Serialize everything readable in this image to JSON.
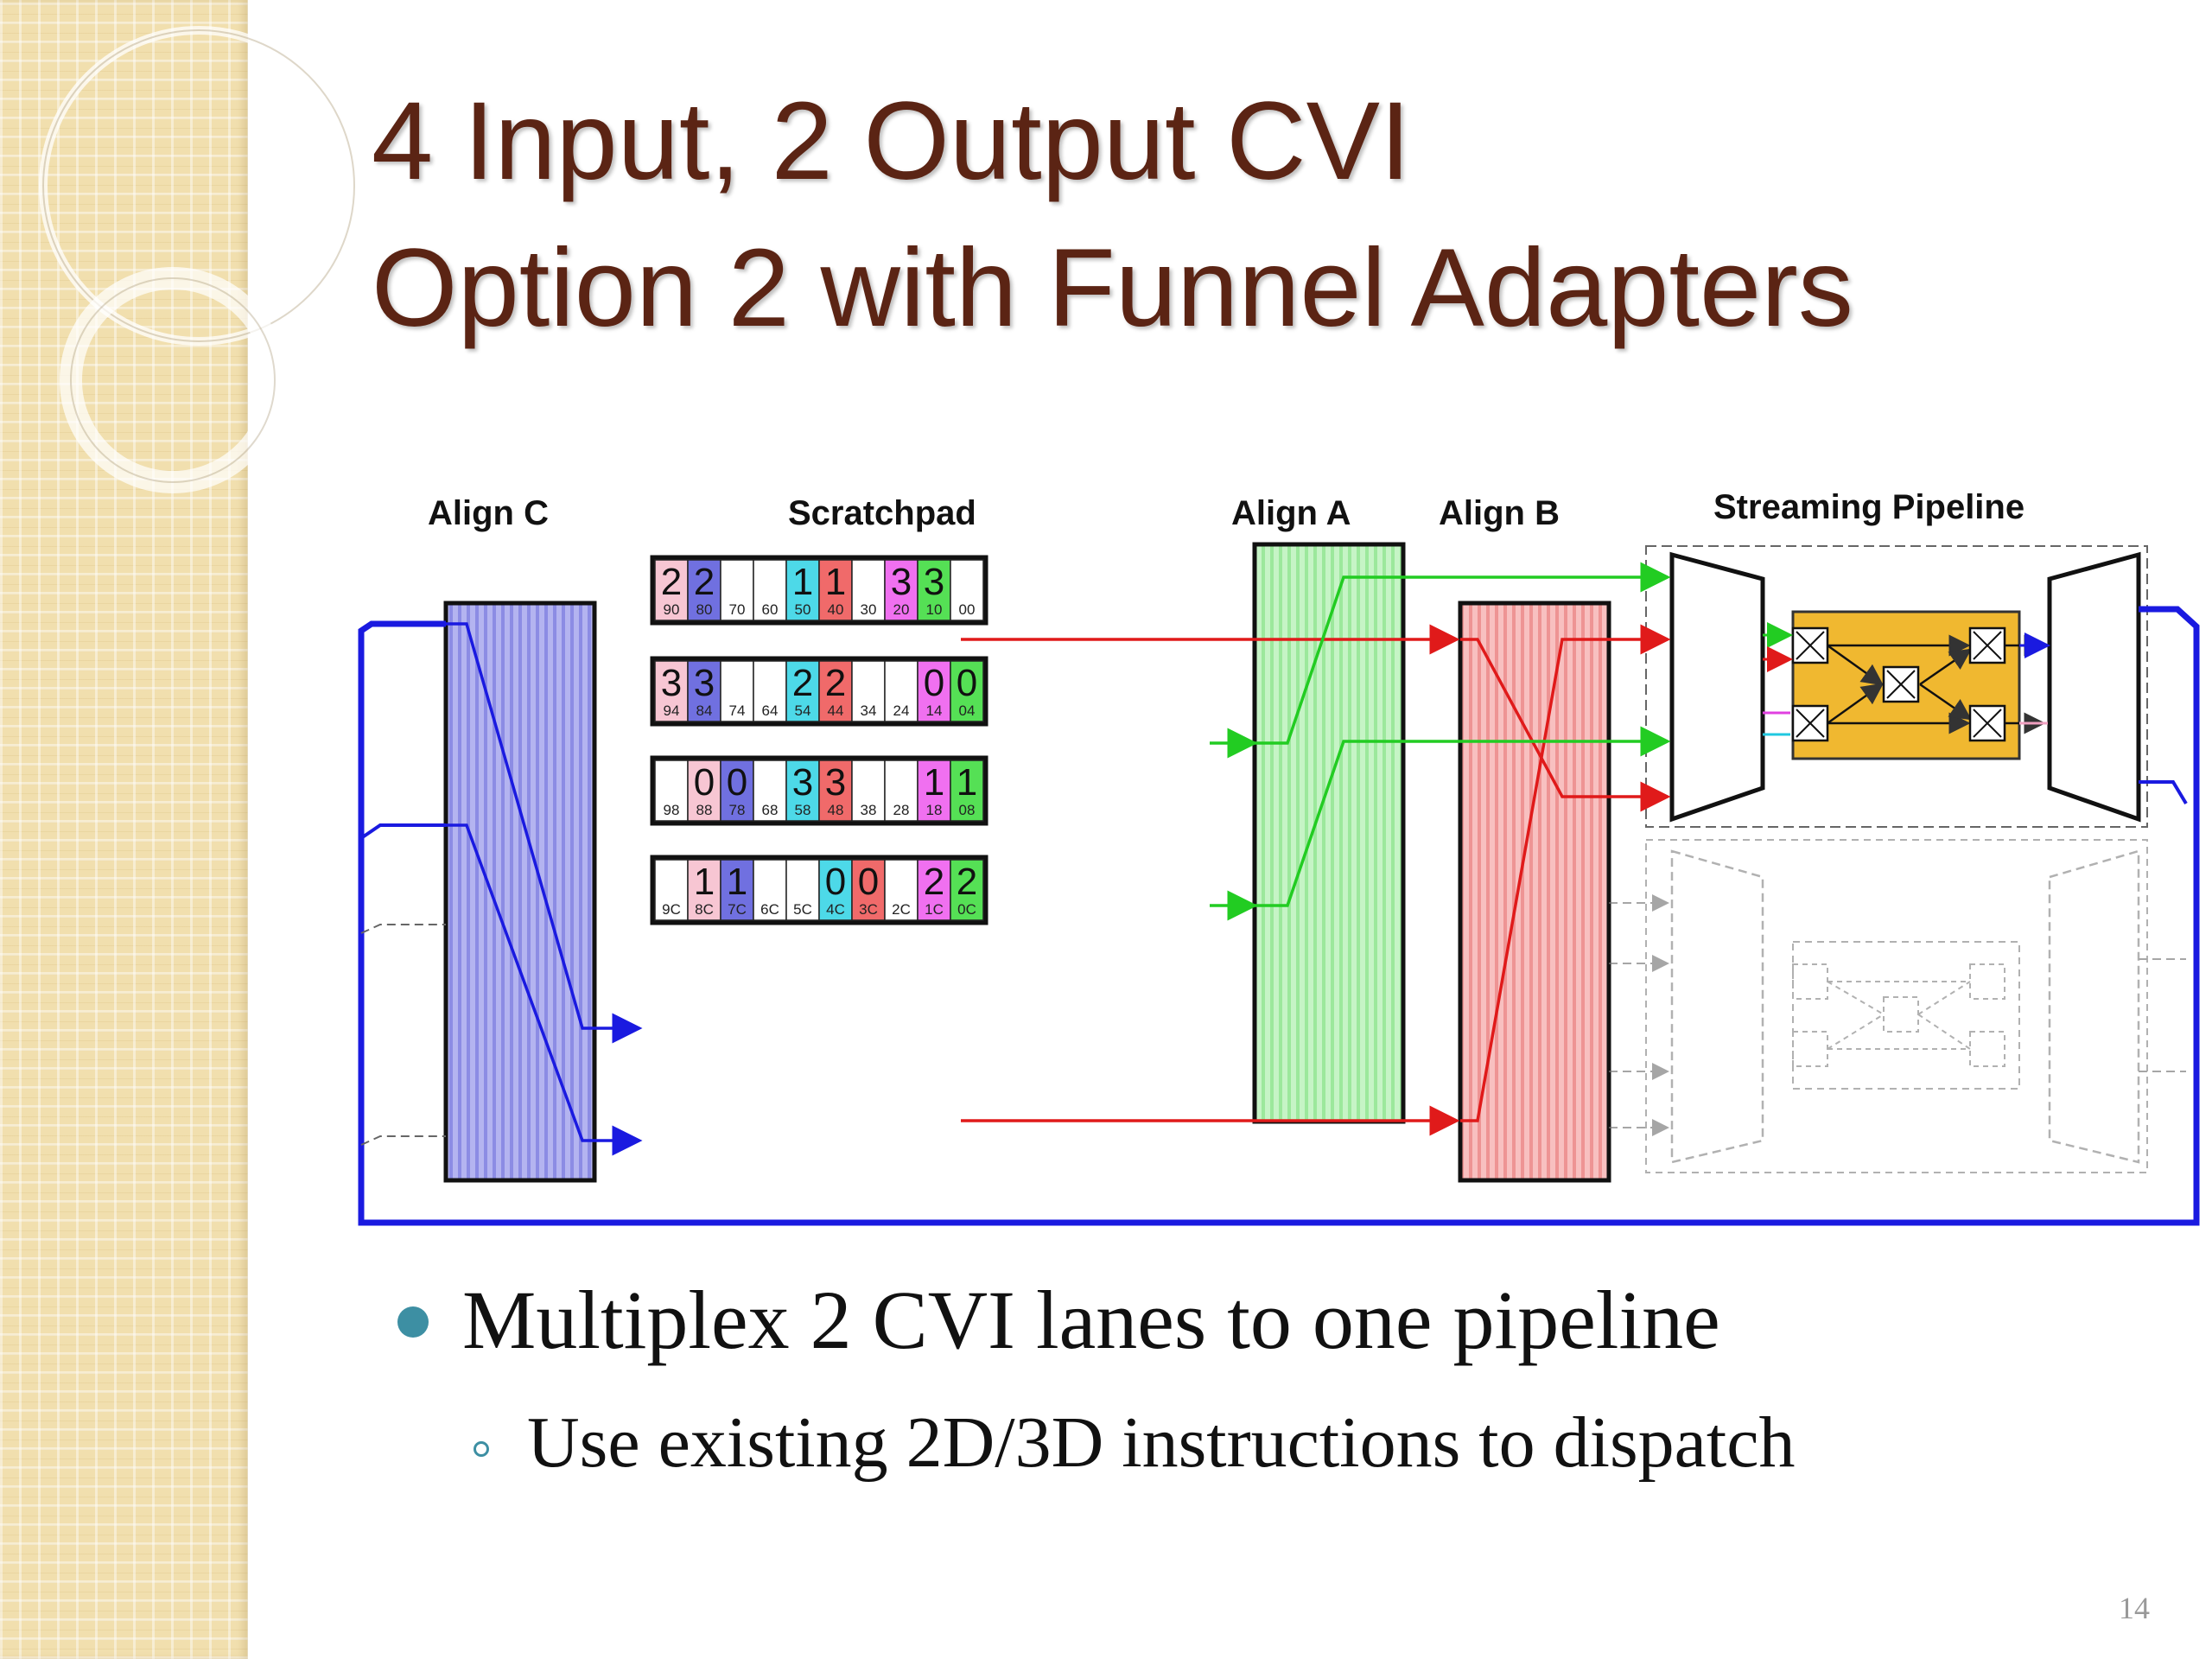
{
  "title": {
    "line1": "4 Input, 2 Output CVI",
    "line2": "Option 2 with Funnel Adapters"
  },
  "diagram": {
    "labels": {
      "align_c": "Align C",
      "scratchpad": "Scratchpad",
      "align_a": "Align A",
      "align_b": "Align B",
      "streaming_pipeline": "Streaming Pipeline"
    },
    "scratchpad_rows": [
      {
        "cells": [
          {
            "addr": "90",
            "digit": "2",
            "color": "pink"
          },
          {
            "addr": "80",
            "digit": "2",
            "color": "blue"
          },
          {
            "addr": "70",
            "digit": "",
            "color": "white"
          },
          {
            "addr": "60",
            "digit": "",
            "color": "white"
          },
          {
            "addr": "50",
            "digit": "1",
            "color": "cyan"
          },
          {
            "addr": "40",
            "digit": "1",
            "color": "red"
          },
          {
            "addr": "30",
            "digit": "",
            "color": "white"
          },
          {
            "addr": "20",
            "digit": "3",
            "color": "magenta"
          },
          {
            "addr": "10",
            "digit": "3",
            "color": "green"
          },
          {
            "addr": "00",
            "digit": "",
            "color": "white"
          }
        ]
      },
      {
        "cells": [
          {
            "addr": "94",
            "digit": "3",
            "color": "pink"
          },
          {
            "addr": "84",
            "digit": "3",
            "color": "blue"
          },
          {
            "addr": "74",
            "digit": "",
            "color": "white"
          },
          {
            "addr": "64",
            "digit": "",
            "color": "white"
          },
          {
            "addr": "54",
            "digit": "2",
            "color": "cyan"
          },
          {
            "addr": "44",
            "digit": "2",
            "color": "red"
          },
          {
            "addr": "34",
            "digit": "",
            "color": "white"
          },
          {
            "addr": "24",
            "digit": "",
            "color": "white"
          },
          {
            "addr": "14",
            "digit": "0",
            "color": "magenta"
          },
          {
            "addr": "04",
            "digit": "0",
            "color": "green"
          }
        ]
      },
      {
        "cells": [
          {
            "addr": "98",
            "digit": "",
            "color": "white"
          },
          {
            "addr": "88",
            "digit": "0",
            "color": "pink"
          },
          {
            "addr": "78",
            "digit": "0",
            "color": "blue"
          },
          {
            "addr": "68",
            "digit": "",
            "color": "white"
          },
          {
            "addr": "58",
            "digit": "3",
            "color": "cyan"
          },
          {
            "addr": "48",
            "digit": "3",
            "color": "red"
          },
          {
            "addr": "38",
            "digit": "",
            "color": "white"
          },
          {
            "addr": "28",
            "digit": "",
            "color": "white"
          },
          {
            "addr": "18",
            "digit": "1",
            "color": "magenta"
          },
          {
            "addr": "08",
            "digit": "1",
            "color": "green"
          }
        ]
      },
      {
        "cells": [
          {
            "addr": "9C",
            "digit": "",
            "color": "white"
          },
          {
            "addr": "8C",
            "digit": "1",
            "color": "pink"
          },
          {
            "addr": "7C",
            "digit": "1",
            "color": "blue"
          },
          {
            "addr": "6C",
            "digit": "",
            "color": "white"
          },
          {
            "addr": "5C",
            "digit": "",
            "color": "white"
          },
          {
            "addr": "4C",
            "digit": "0",
            "color": "cyan"
          },
          {
            "addr": "3C",
            "digit": "0",
            "color": "red"
          },
          {
            "addr": "2C",
            "digit": "",
            "color": "white"
          },
          {
            "addr": "1C",
            "digit": "2",
            "color": "magenta"
          },
          {
            "addr": "0C",
            "digit": "2",
            "color": "green"
          }
        ]
      }
    ],
    "colors": {
      "pink": "#f7c6d3",
      "blue": "#7070e0",
      "cyan": "#4dd9e8",
      "red": "#f06a6a",
      "magenta": "#f070f0",
      "green": "#55e055",
      "white": "#ffffff",
      "align_c_fill": "#a8a8ee",
      "align_a_fill": "#b8f2b8",
      "align_b_fill": "#f7b0b0",
      "pipeline_core": "#f0b830",
      "wire_blue": "#1a1ae0",
      "wire_red": "#e01a1a",
      "wire_green": "#22cc22"
    }
  },
  "bullets": [
    {
      "text": "Multiplex 2 CVI lanes to one pipeline",
      "level": 1
    },
    {
      "text": "Use existing 2D/3D instructions to dispatch",
      "level": 2
    }
  ],
  "page_number": "14"
}
